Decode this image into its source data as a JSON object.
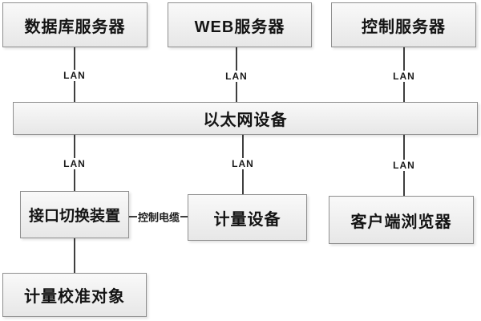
{
  "diagram": {
    "title_semantic": "network-measurement-architecture",
    "colors": {
      "background": "#ffffff",
      "node_fill_top": "#f9f9f9",
      "node_fill_bottom": "#e7e7e7",
      "node_border": "#8f8f8f",
      "edge_line": "#3f3f3f",
      "text": "#141414"
    },
    "nodes": [
      {
        "id": "database-server",
        "label": "数据库服务器"
      },
      {
        "id": "web-server",
        "label": "WEB服务器"
      },
      {
        "id": "control-server",
        "label": "控制服务器"
      },
      {
        "id": "ethernet-device",
        "label": "以太网设备"
      },
      {
        "id": "interface-switch",
        "label": "接口切换装置"
      },
      {
        "id": "metering-device",
        "label": "计量设备"
      },
      {
        "id": "client-browser",
        "label": "客户端浏览器"
      },
      {
        "id": "calibration-target",
        "label": "计量校准对象"
      }
    ],
    "edge_labels": {
      "lan": "LAN",
      "control_cable": "控制电缆"
    },
    "connections": [
      "database-server -LAN- ethernet-device",
      "web-server -LAN- ethernet-device",
      "control-server -LAN- ethernet-device",
      "ethernet-device -LAN- interface-switch",
      "ethernet-device -LAN- metering-device",
      "ethernet-device -LAN- client-browser",
      "interface-switch -控制电缆- metering-device",
      "interface-switch - calibration-target"
    ]
  }
}
